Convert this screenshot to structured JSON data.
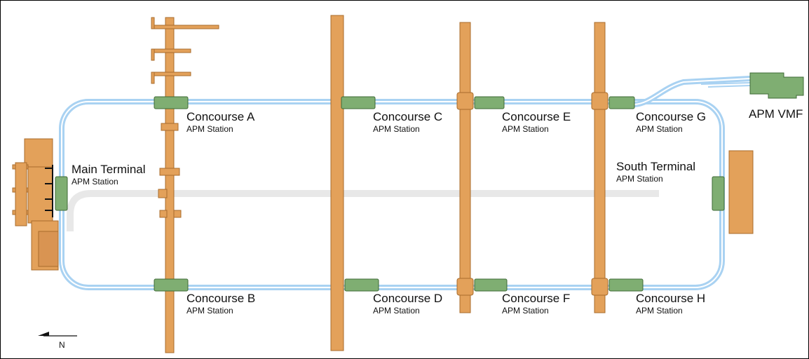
{
  "colors": {
    "concourse": "#E3A15A",
    "concourse_stroke": "#A86C2C",
    "station": "#7FAE72",
    "station_stroke": "#3F6B37",
    "track": "#A9D2F2",
    "track_dark": "#6FB1E6",
    "faint_track": "#E6E6E6",
    "text": "#111111"
  },
  "stations": {
    "concourse_a": {
      "name": "Concourse A",
      "sub": "APM Station"
    },
    "concourse_b": {
      "name": "Concourse B",
      "sub": "APM Station"
    },
    "concourse_c": {
      "name": "Concourse C",
      "sub": "APM Station"
    },
    "concourse_d": {
      "name": "Concourse D",
      "sub": "APM Station"
    },
    "concourse_e": {
      "name": "Concourse E",
      "sub": "APM Station"
    },
    "concourse_f": {
      "name": "Concourse F",
      "sub": "APM Station"
    },
    "concourse_g": {
      "name": "Concourse G",
      "sub": "APM Station"
    },
    "concourse_h": {
      "name": "Concourse H",
      "sub": "APM Station"
    },
    "main_terminal": {
      "name": "Main Terminal",
      "sub": "APM Station"
    },
    "south_terminal": {
      "name": "South Terminal",
      "sub": "APM Station"
    }
  },
  "facilities": {
    "vmf": {
      "name": "APM VMF"
    }
  },
  "north_arrow": {
    "label": "N"
  }
}
